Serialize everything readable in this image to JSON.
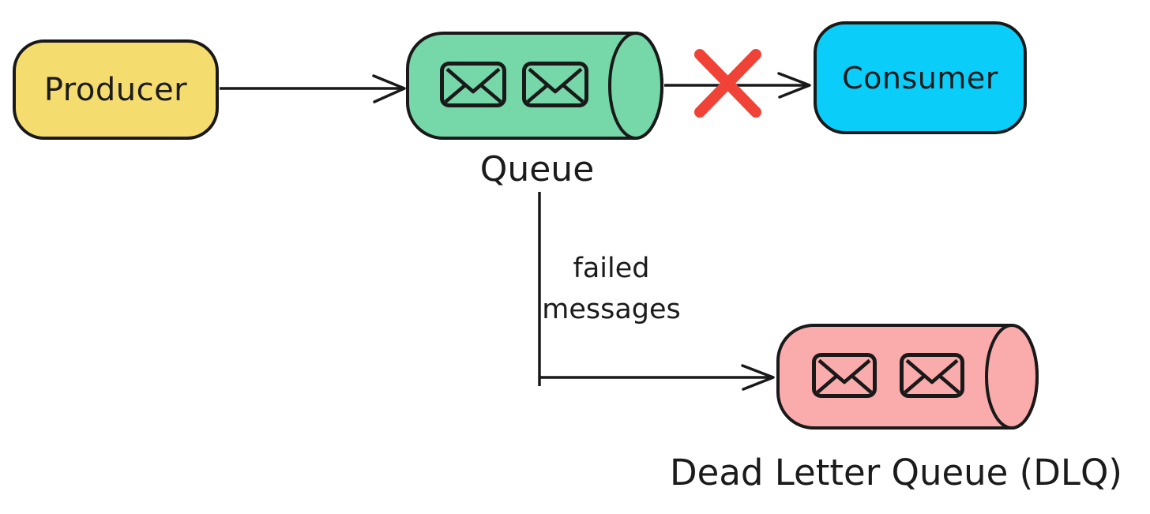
{
  "canvas": {
    "background": "#FFFFFF",
    "stroke_color": "#191919"
  },
  "nodes": {
    "producer": {
      "label": "Producer",
      "shape": "rounded-rect",
      "fill": "#F5DC6F"
    },
    "queue": {
      "label": "Queue",
      "shape": "cylinder",
      "fill": "#76D7A9",
      "message_icons": 2
    },
    "consumer": {
      "label": "Consumer",
      "shape": "rounded-rect",
      "fill": "#0BCDF9"
    },
    "dead_letter_queue": {
      "label": "Dead Letter Queue (DLQ)",
      "shape": "cylinder",
      "fill": "#FAABAB",
      "message_icons": 2
    }
  },
  "edges": {
    "producer_to_queue": {
      "from": "Producer",
      "to": "Queue"
    },
    "queue_to_consumer": {
      "from": "Queue",
      "to": "Consumer",
      "blocked": true,
      "x_marker_color": "#F04237"
    },
    "queue_to_dlq": {
      "from": "Queue",
      "to": "Dead Letter Queue (DLQ)",
      "label_line1": "failed",
      "label_line2": "messages"
    }
  }
}
